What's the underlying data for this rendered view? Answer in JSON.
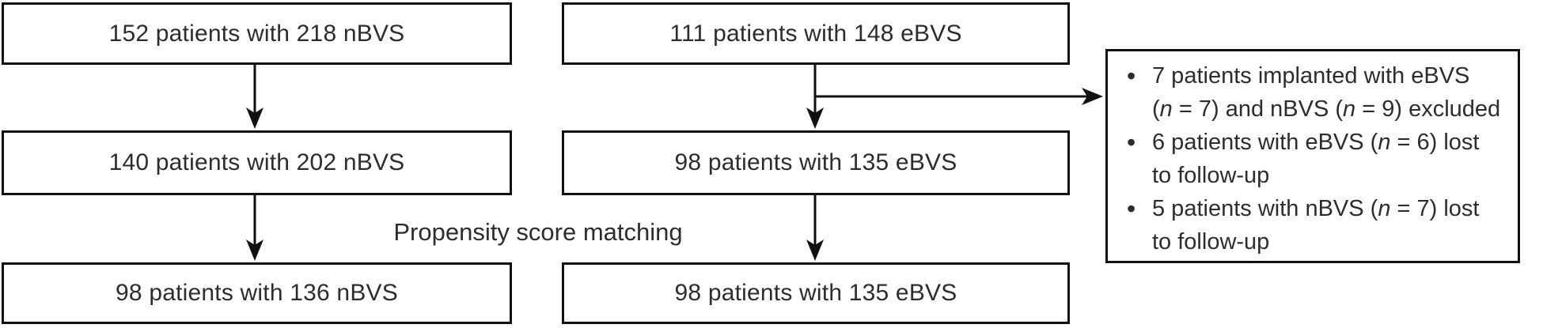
{
  "diagram": {
    "boxes": {
      "nbvs": [
        "152 patients with 218 nBVS",
        "140 patients with 202 nBVS",
        "98 patients with 136 nBVS"
      ],
      "ebvs": [
        "111 patients with 148 eBVS",
        "98 patients with 135 eBVS",
        "98 patients with 135 eBVS"
      ]
    },
    "annotation": "Propensity score matching",
    "exclusion_box": {
      "bullets": [
        {
          "lines": [
            [
              {
                "t": "7 patients implanted with eBVS"
              }
            ],
            [
              {
                "t": "("
              },
              {
                "t": "n",
                "i": true
              },
              {
                "t": " = 7) and nBVS ("
              },
              {
                "t": "n",
                "i": true
              },
              {
                "t": " = 9) excluded"
              }
            ]
          ]
        },
        {
          "lines": [
            [
              {
                "t": "6 patients with eBVS ("
              },
              {
                "t": "n",
                "i": true
              },
              {
                "t": " = 6) lost"
              }
            ],
            [
              {
                "t": "to follow-up"
              }
            ]
          ]
        },
        {
          "lines": [
            [
              {
                "t": "5 patients with nBVS ("
              },
              {
                "t": "n",
                "i": true
              },
              {
                "t": " = 7) lost"
              }
            ],
            [
              {
                "t": "to follow-up"
              }
            ]
          ]
        }
      ]
    },
    "colors": {
      "line": "#111111",
      "text": "#2d2d2d",
      "background": "#ffffff"
    }
  }
}
